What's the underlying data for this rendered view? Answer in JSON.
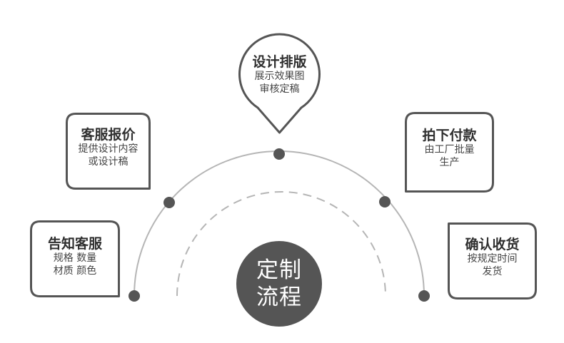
{
  "center": {
    "line1": "定制",
    "line2": "流程"
  },
  "steps": [
    {
      "title": "告知客服",
      "lines": [
        "规格 数量",
        "材质 颜色"
      ]
    },
    {
      "title": "客服报价",
      "lines": [
        "提供设计内容",
        "或设计稿"
      ]
    },
    {
      "title": "设计排版",
      "lines": [
        "展示效果图",
        "审核定稿"
      ]
    },
    {
      "title": "拍下付款",
      "lines": [
        "由工厂批量",
        "生产"
      ]
    },
    {
      "title": "确认收货",
      "lines": [
        "按规定时间",
        "发货"
      ]
    }
  ]
}
